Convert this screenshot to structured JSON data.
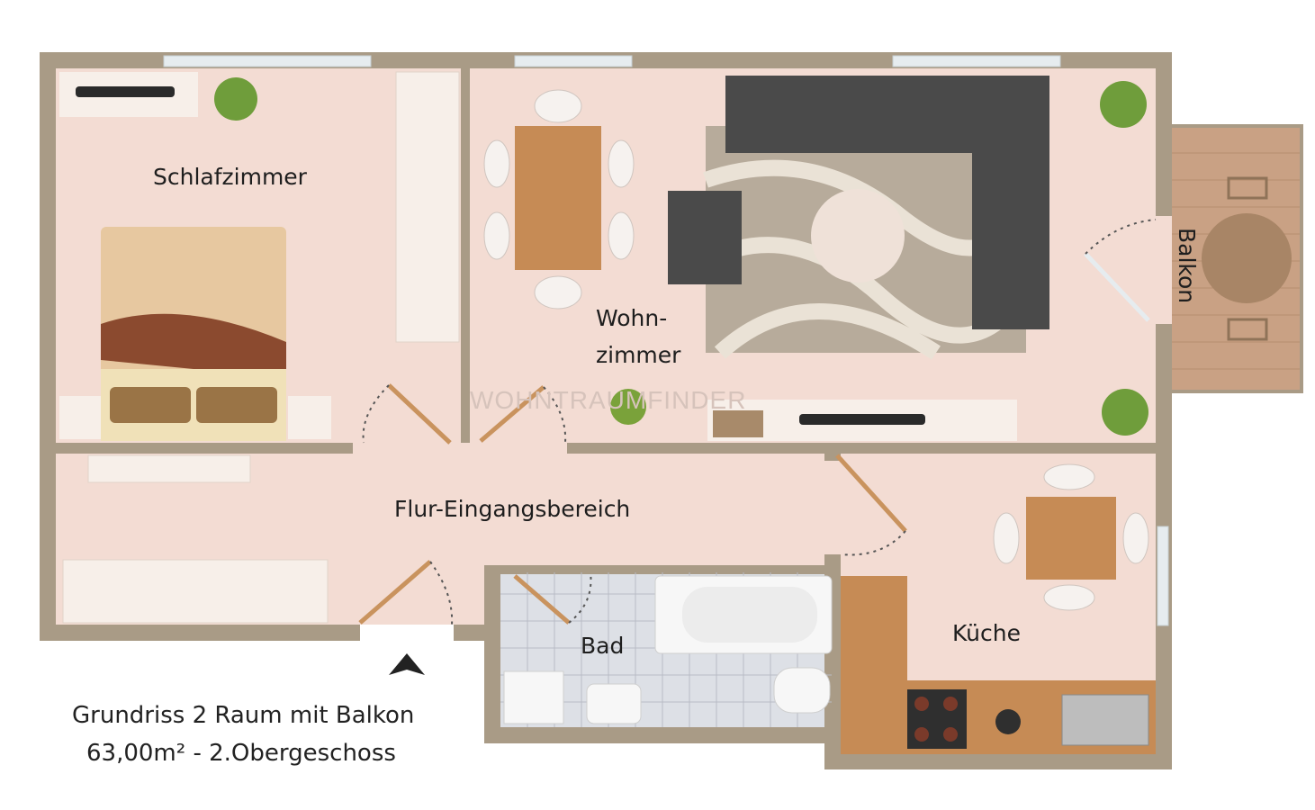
{
  "rooms": {
    "bedroom": "Schlafzimmer",
    "living_line1": "Wohn-",
    "living_line2": "zimmer",
    "hallway": "Flur-Eingangsbereich",
    "bathroom": "Bad",
    "kitchen": "Küche",
    "balcony": "Balkon"
  },
  "caption": {
    "line1": "Grundriss 2 Raum mit Balkon",
    "line2": "63,00m² - 2.Obergeschoss"
  },
  "watermark": "WOHNTRAUMFINDER",
  "colors": {
    "floor": "#f3dcd3",
    "wall": "#a99b86",
    "balcony": "#c9a184",
    "sofa": "#4a4a4a",
    "wood": "#c9935e"
  }
}
